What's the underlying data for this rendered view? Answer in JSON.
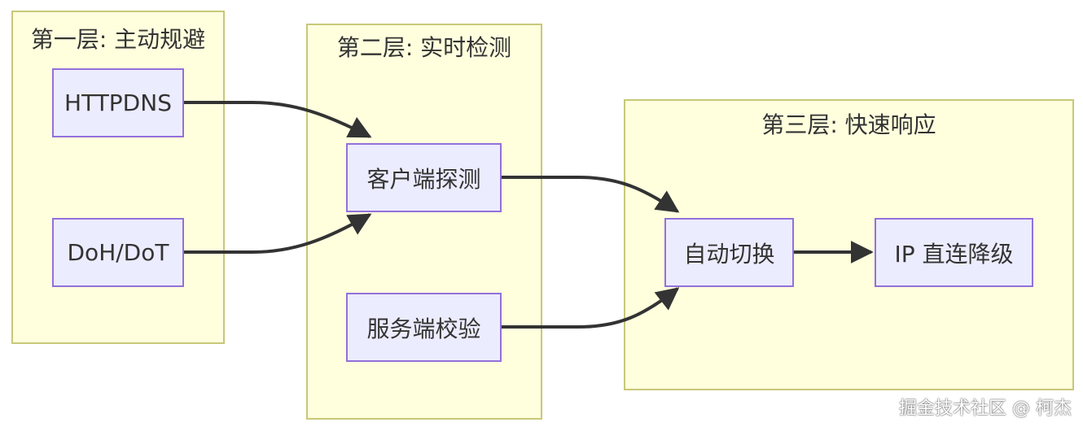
{
  "layers": {
    "layer1": {
      "title": "第一层: 主动规避",
      "nodes": [
        "HTTPDNS",
        "DoH/DoT"
      ]
    },
    "layer2": {
      "title": "第二层: 实时检测",
      "nodes": [
        "客户端探测",
        "服务端校验"
      ]
    },
    "layer3": {
      "title": "第三层: 快速响应",
      "nodes": [
        "自动切换",
        "IP 直连降级"
      ]
    }
  },
  "edges": [
    {
      "from": "HTTPDNS",
      "to": "客户端探测"
    },
    {
      "from": "DoH/DoT",
      "to": "客户端探测"
    },
    {
      "from": "客户端探测",
      "to": "自动切换"
    },
    {
      "from": "服务端校验",
      "to": "自动切换"
    },
    {
      "from": "自动切换",
      "to": "IP 直连降级"
    }
  ],
  "colors": {
    "cluster_fill": "#ffffde",
    "cluster_stroke": "#c8c878",
    "node_fill": "#ececff",
    "node_stroke": "#9370db",
    "edge": "#333333"
  },
  "watermark": "掘金技术社区 @ 柯杰"
}
